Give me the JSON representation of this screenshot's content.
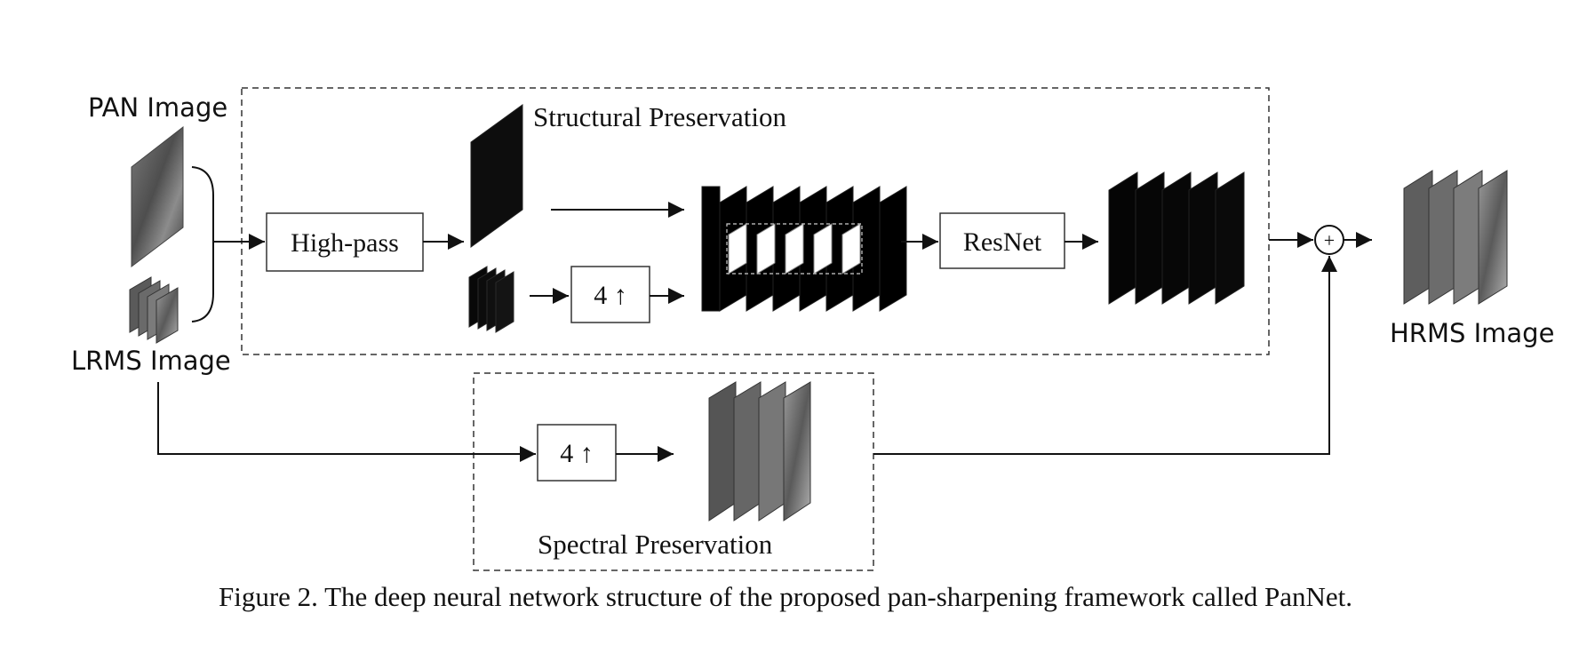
{
  "labels": {
    "pan_image": "PAN Image",
    "lrms_image": "LRMS Image",
    "hrms_image": "HRMS Image",
    "structural": "Structural Preservation",
    "spectral": "Spectral Preservation"
  },
  "blocks": {
    "highpass": "High-pass",
    "upsample_top": "4 ↑",
    "resnet": "ResNet",
    "upsample_bottom": "4 ↑",
    "sum": "+"
  },
  "caption": "Figure 2. The deep neural network structure of the proposed pan-sharpening framework called PanNet."
}
